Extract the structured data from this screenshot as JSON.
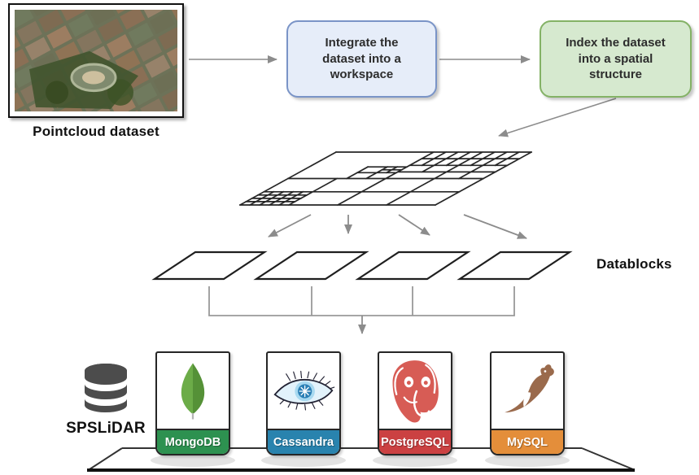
{
  "diagram": {
    "pointcloud_label": "Pointcloud dataset",
    "datablocks_label": "Datablocks",
    "storage_label": "SPSLiDAR",
    "arrow_color": "#8c8c8c",
    "steps": [
      {
        "label": "Integrate the dataset into a workspace",
        "fill": "#e6edf9",
        "border": "#7a94c7"
      },
      {
        "label": "Index the dataset into a spatial structure",
        "fill": "#d6e9cf",
        "border": "#84b266"
      }
    ],
    "databases": [
      {
        "name": "MongoDB",
        "banner_color": "#2d9150",
        "icon": "mongodb-leaf-icon"
      },
      {
        "name": "Cassandra",
        "banner_color": "#2983ae",
        "icon": "cassandra-eye-icon"
      },
      {
        "name": "PostgreSQL",
        "banner_color": "#cb4142",
        "icon": "postgresql-elephant-icon"
      },
      {
        "name": "MySQL",
        "banner_color": "#e48e3a",
        "icon": "mysql-dolphin-icon"
      }
    ]
  }
}
